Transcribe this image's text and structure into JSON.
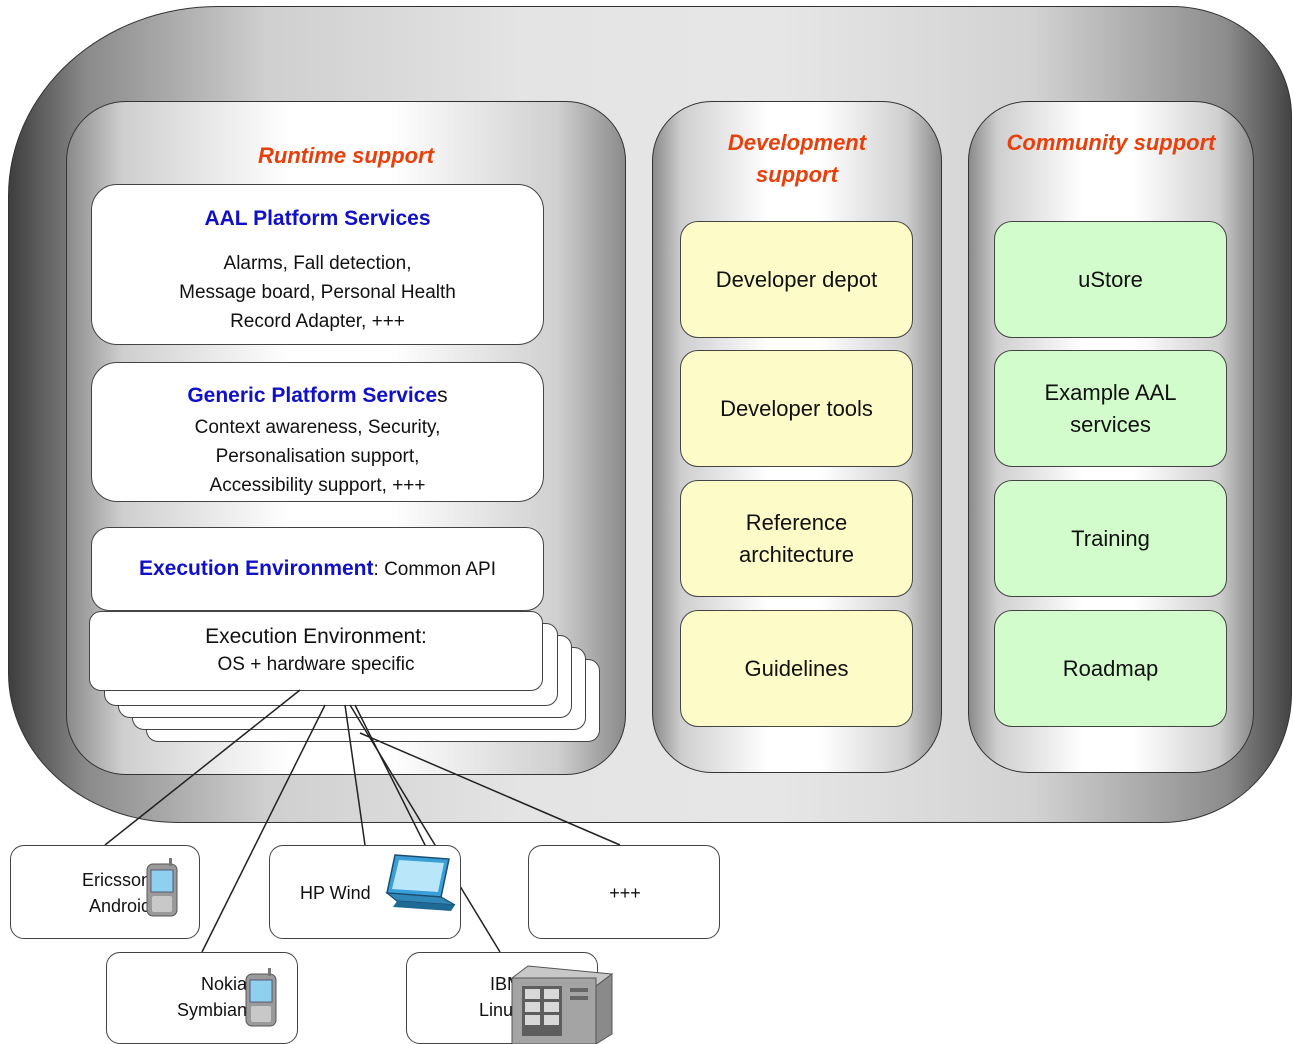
{
  "runtime": {
    "title": "Runtime support",
    "aal": {
      "heading": "AAL Platform Services",
      "lines": [
        "Alarms, Fall detection,",
        "Message board, Personal Health",
        "Record Adapter, +++"
      ]
    },
    "generic": {
      "heading": "Generic Platform Service",
      "heading_suffix": "s",
      "lines": [
        "Context awareness, Security,",
        "Personalisation support,",
        "Accessibility support, +++"
      ]
    },
    "exec_common": {
      "heading": "Execution Environment",
      "rest": ": Common API"
    },
    "exec_os": {
      "line1": "Execution Environment:",
      "line2": "OS + hardware specific"
    }
  },
  "development": {
    "title_line1": "Development",
    "title_line2": "support",
    "tiles": [
      "Developer depot",
      "Developer tools",
      "Reference architecture",
      "Guidelines"
    ],
    "tile_color": "#fdfbc8"
  },
  "community": {
    "title": "Community support",
    "tiles": [
      "uStore",
      "Example AAL services",
      "Training",
      "Roadmap"
    ],
    "tile_color": "#d2fccc"
  },
  "devices": {
    "ericsson": {
      "line1": "Ericsson",
      "line2": "Android",
      "icon": "phone-icon"
    },
    "hp": {
      "label": "HP Wind",
      "icon": "laptop-icon"
    },
    "plus": {
      "label": "+++"
    },
    "nokia": {
      "line1": "Nokia",
      "line2": "Symbian",
      "icon": "phone-icon"
    },
    "ibm": {
      "line1": "IBM",
      "line2": "Linux",
      "icon": "server-icon"
    }
  },
  "colors": {
    "title_accent": "#e8400c",
    "heading_blue": "#1010c8"
  }
}
